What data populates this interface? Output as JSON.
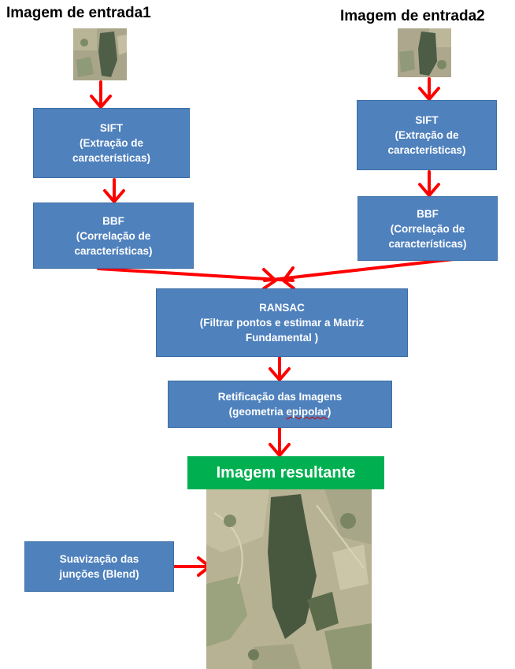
{
  "inputs": {
    "left_title": "Imagem de entrada1",
    "right_title": "Imagem de entrada2"
  },
  "left_branch": {
    "sift": {
      "title": "SIFT",
      "line1": "(Extração de",
      "line2": "características)"
    },
    "bbf": {
      "title": "BBF",
      "line1": "(Correlação de",
      "line2": "características)"
    }
  },
  "right_branch": {
    "sift": {
      "title": "SIFT",
      "line1": "(Extração de",
      "line2": "características)"
    },
    "bbf": {
      "title": "BBF",
      "line1": "(Correlação de",
      "line2": "características)"
    }
  },
  "ransac": {
    "title": "RANSAC",
    "line1": "(Filtrar pontos e estimar a Matriz",
    "line2": "Fundamental )"
  },
  "rectification": {
    "line1": "Retificação das Imagens",
    "line2_prefix": "(geometria ",
    "line2_word": "epipolar",
    "line2_suffix": ")"
  },
  "result": {
    "label": "Imagem resultante"
  },
  "blend": {
    "line1": "Suavização das",
    "line2": "junções (Blend)"
  },
  "colors": {
    "box": "#4f81bd",
    "result_label": "#00b050",
    "arrow": "#ff0000"
  }
}
